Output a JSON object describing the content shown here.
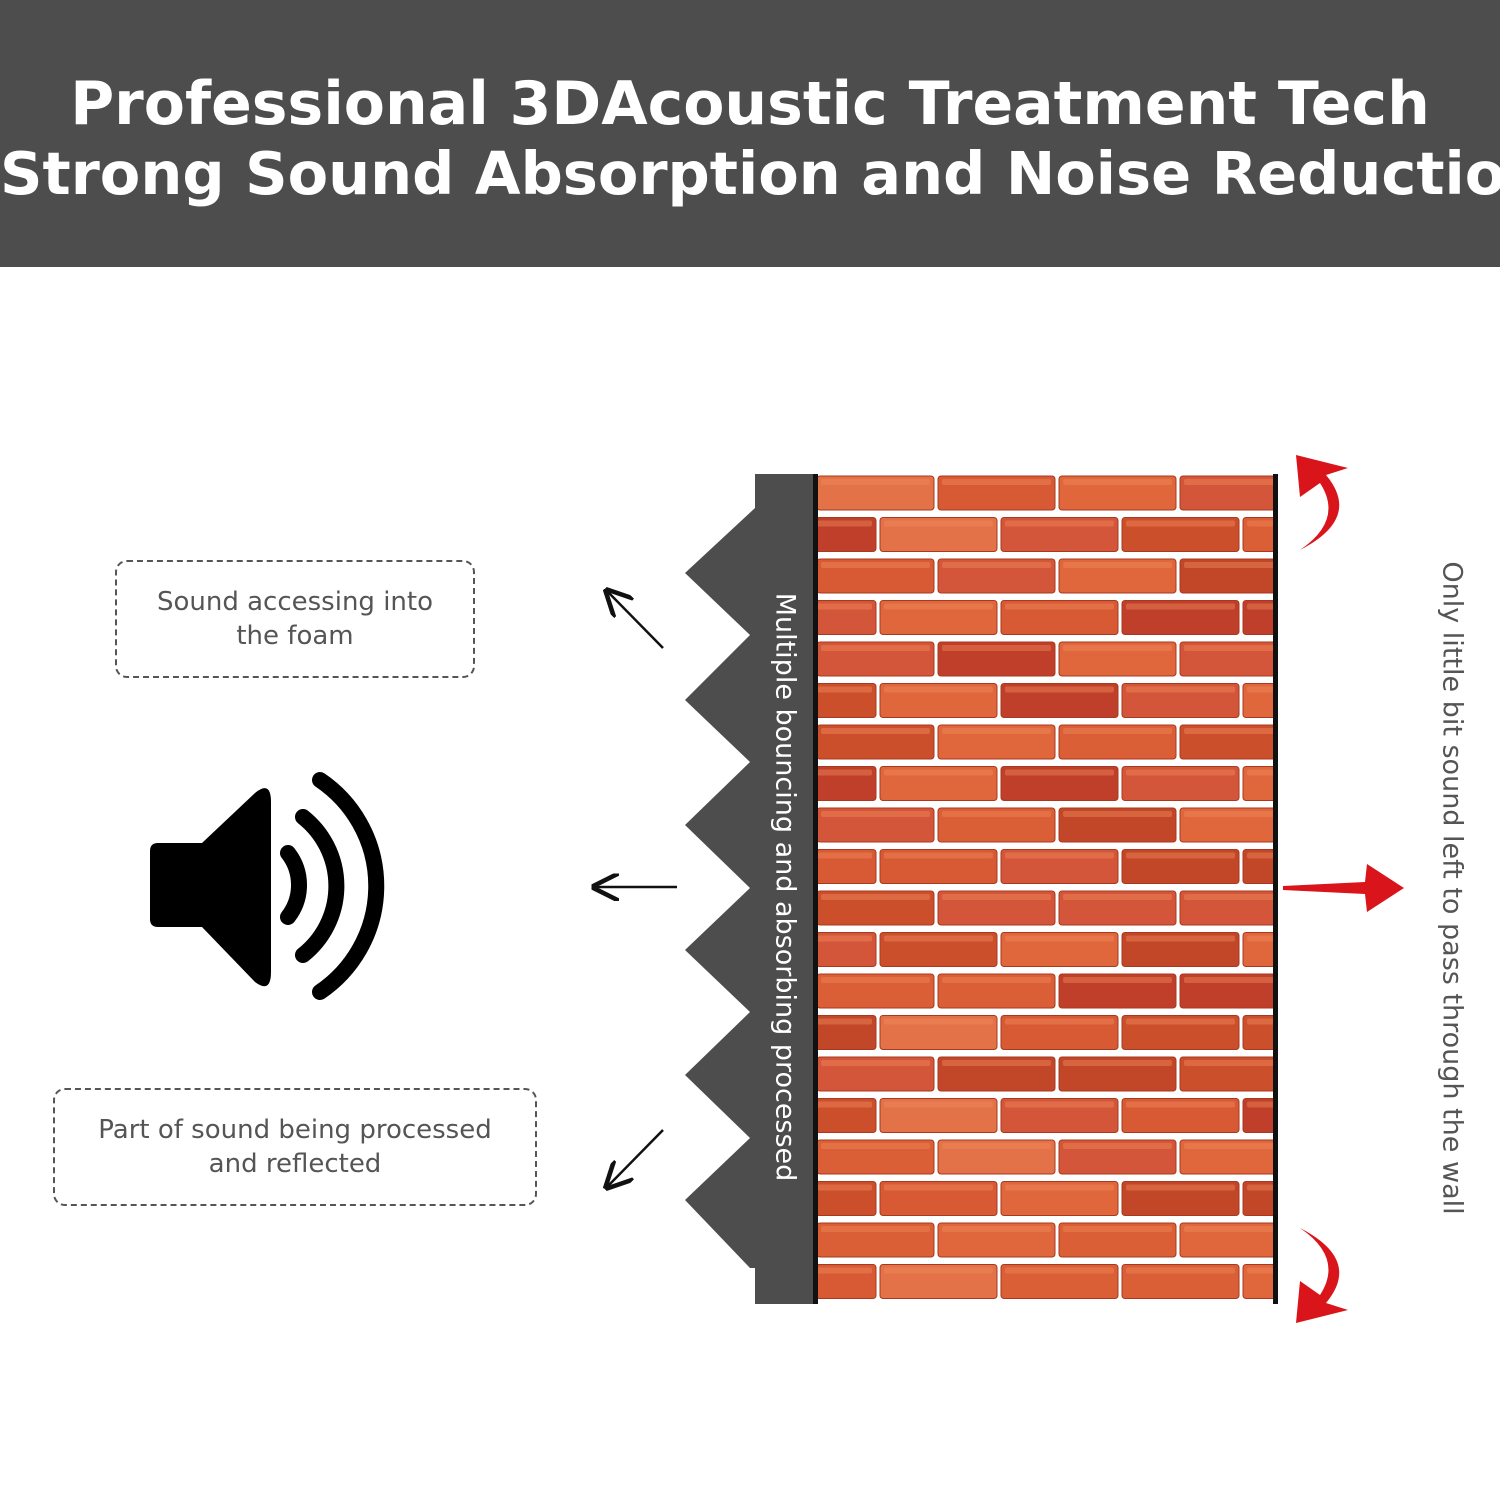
{
  "header": {
    "line1": "Professional 3DAcoustic Treatment Tech",
    "line2": "Strong Sound Absorption and Noise Reduction"
  },
  "callouts": {
    "top": [
      "Sound accessing into",
      "the foam"
    ],
    "bottom": [
      "Part of sound being processed",
      "and reflected"
    ]
  },
  "labels": {
    "foam": "Multiple bouncing and absorbing processed",
    "wall": "Only little bit sound left to pass through the wall"
  },
  "icons": {
    "speaker": "speaker-icon",
    "arrows": "arrow-icon",
    "pass_through_arrow": "red-arrow-icon"
  },
  "colors": {
    "header_bg": "#4d4d4d",
    "foam": "#4d4d4d",
    "brick": "#d85a34",
    "mortar": "#ffffff",
    "accent_red": "#d9141b"
  }
}
